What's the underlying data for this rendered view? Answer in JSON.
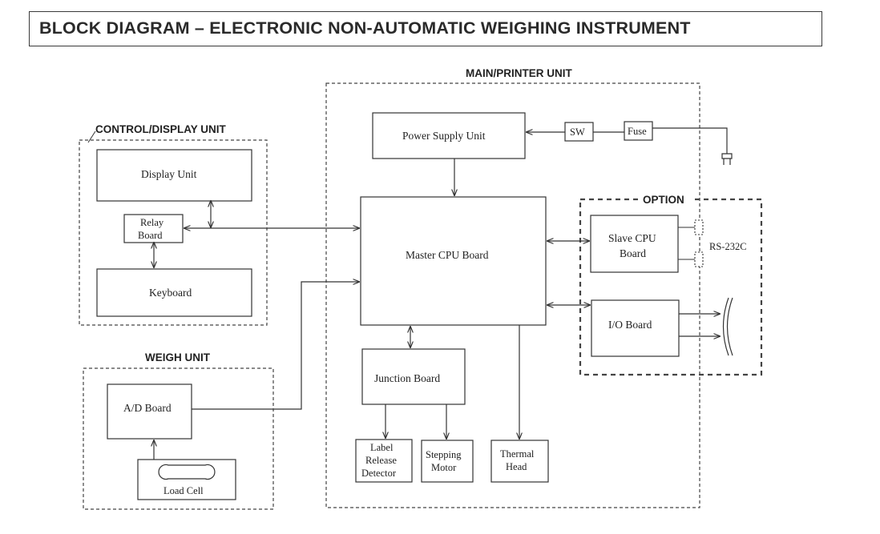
{
  "title": "BLOCK DIAGRAM – ELECTRONIC NON-AUTOMATIC WEIGHING INSTRUMENT",
  "units": {
    "main_printer": "MAIN/PRINTER UNIT",
    "control_display": "CONTROL/DISPLAY UNIT",
    "weigh": "WEIGH UNIT",
    "option": "OPTION"
  },
  "blocks": {
    "power_supply": "Power Supply Unit",
    "sw": "SW",
    "fuse": "Fuse",
    "display_unit": "Display Unit",
    "relay_board_line1": "Relay",
    "relay_board_line2": "Board",
    "keyboard": "Keyboard",
    "master_cpu": "Master CPU Board",
    "slave_cpu_line1": "Slave CPU",
    "slave_cpu_line2": "Board",
    "rs232c": "RS-232C",
    "io_board": "I/O Board",
    "junction_board": "Junction Board",
    "ad_board": "A/D Board",
    "load_cell": "Load Cell",
    "label_release_line1": "Label",
    "label_release_line2": "Release",
    "label_release_line3": "Detector",
    "stepping_motor_line1": "Stepping",
    "stepping_motor_line2": "Motor",
    "thermal_head_line1": "Thermal",
    "thermal_head_line2": "Head"
  }
}
